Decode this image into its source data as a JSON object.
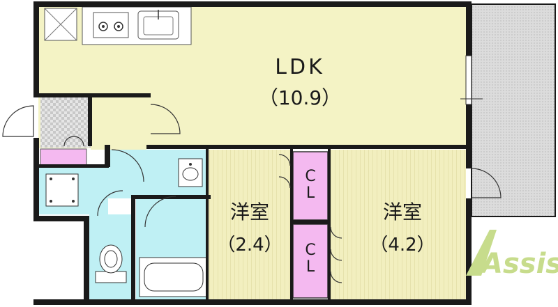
{
  "rooms": {
    "ldk": {
      "name": "LDK",
      "size": "（10.9）"
    },
    "western_room_small": {
      "name": "洋室",
      "size": "（2.4）"
    },
    "western_room_large": {
      "name": "洋室",
      "size": "（4.2）"
    }
  },
  "closets": {
    "upper": "CL",
    "lower": "CL"
  },
  "logo": {
    "text": "Assist"
  },
  "colors": {
    "ldk_fill": "#f4f3c5",
    "room_fill": "#f2efbf",
    "wet_area_fill": "#bff0f4",
    "closet_fill": "#f4b9f0",
    "balcony_fill": "#dcdcdc",
    "entrance_fill": "#d9d9d9",
    "wall": "#1a1a1a",
    "logo_green": "#c7dc8c"
  }
}
